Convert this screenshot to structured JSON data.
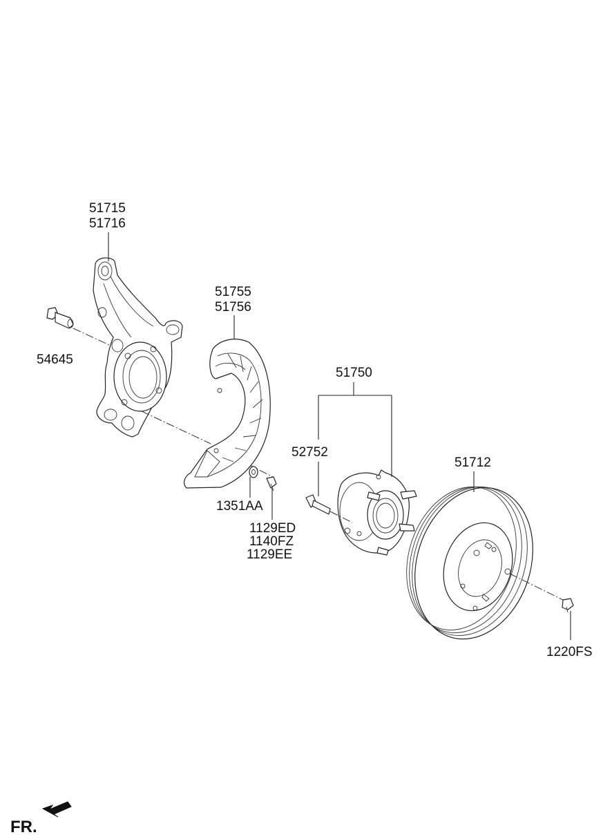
{
  "callouts": {
    "knuckle": [
      "51715",
      "51716"
    ],
    "bolt_knuckle": "54645",
    "dust_cover": [
      "51755",
      "51756"
    ],
    "hub_assembly": "51750",
    "hub_bolt": "52752",
    "disc": "51712",
    "washer": "1351AA",
    "screw": [
      "1129ED",
      "1140FZ",
      "1129EE"
    ],
    "disc_screw": "1220FS"
  },
  "direction_label": "FR."
}
